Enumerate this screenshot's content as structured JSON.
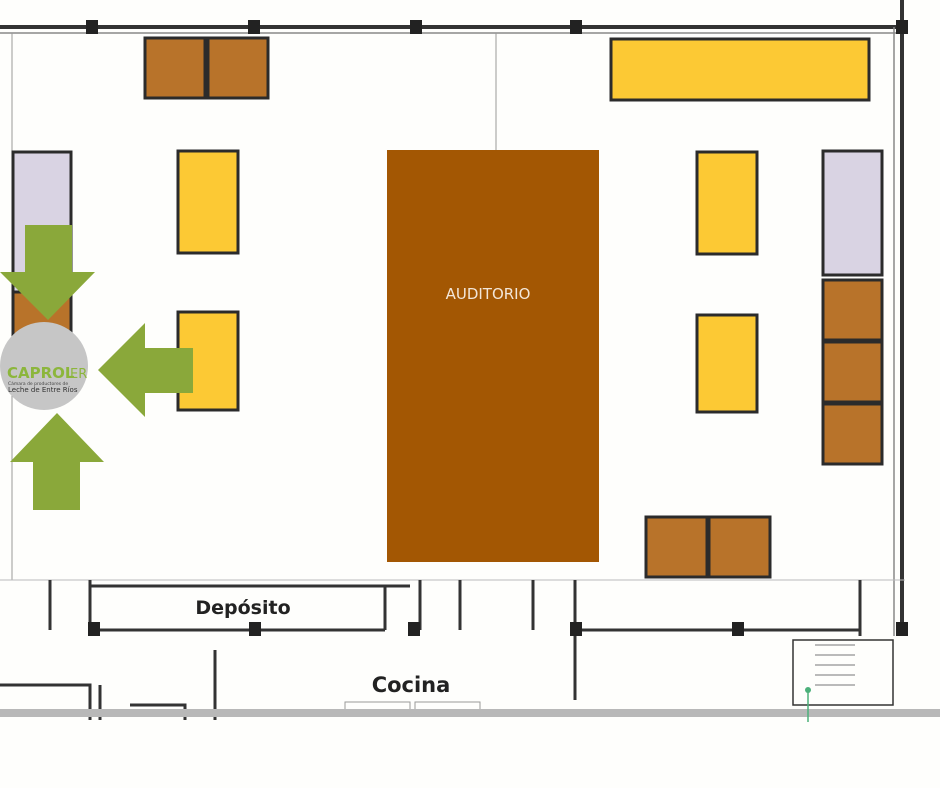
{
  "rooms": {
    "auditorio": "AUDITORIO",
    "deposito": "Depósito",
    "cocina": "Cocina"
  },
  "logo": {
    "brand_main": "CAPROL",
    "brand_suffix": "ER",
    "tagline": "Cámara de productores de",
    "subtitle": "Leche de Entre Ríos"
  },
  "colors": {
    "yellow_stand": "#fcc934",
    "brown_stand": "#b8732a",
    "lavender_stand": "#d9d3e3",
    "auditorio": "#a35703",
    "arrow": "#8aa83a",
    "logo_circle": "#c6c6c6"
  }
}
